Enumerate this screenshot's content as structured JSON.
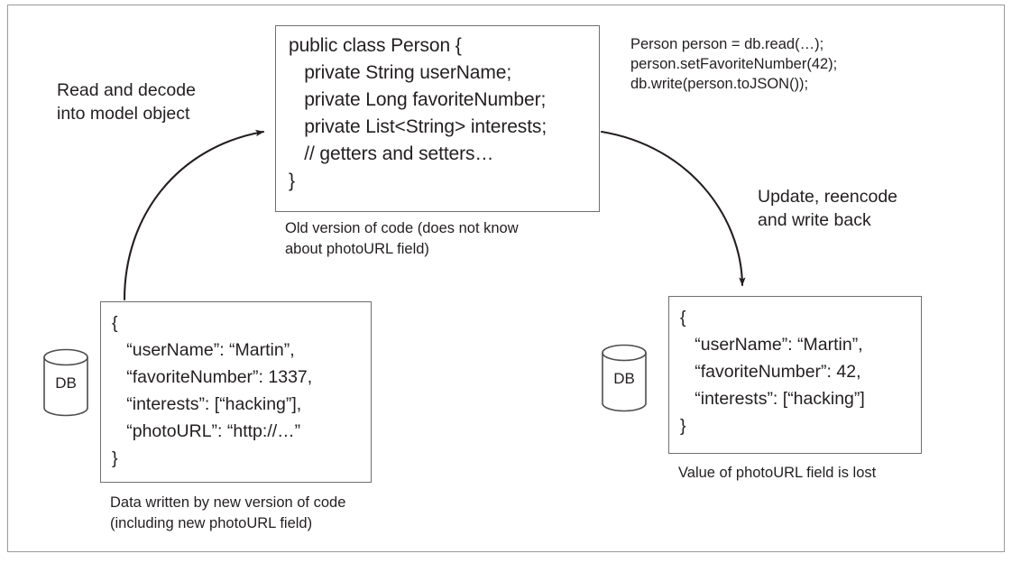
{
  "figure": {
    "code_box": {
      "lines": [
        "public class Person {",
        "   private String userName;",
        "   private Long favoriteNumber;",
        "   private List<String> interests;",
        "   // getters and setters…",
        "}"
      ],
      "text": "public class Person {\n   private String userName;\n   private Long favoriteNumber;\n   private List<String> interests;\n   // getters and setters…\n}",
      "caption": "Old version of code (does not know\nabout photoURL field)"
    },
    "snippet": {
      "lines": [
        "Person person = db.read(…);",
        "person.setFavoriteNumber(42);",
        "db.write(person.toJSON());"
      ],
      "text": "Person person = db.read(…);\nperson.setFavoriteNumber(42);\ndb.write(person.toJSON());"
    },
    "left_arrow_label": "Read and decode\ninto model object",
    "right_arrow_label": "Update, reencode\nand write back",
    "left_db": {
      "label": "DB",
      "json_text": "{\n   “userName”: “Martin”,\n   “favoriteNumber”: 1337,\n   “interests”: [“hacking”],\n   “photoURL”: “http://…”\n}",
      "json_lines": [
        "{",
        "   “userName”: “Martin”,",
        "   “favoriteNumber”: 1337,",
        "   “interests”: [“hacking”],",
        "   “photoURL”: “http://…”",
        "}"
      ],
      "caption": "Data written by new version of code\n(including new photoURL field)"
    },
    "right_db": {
      "label": "DB",
      "json_text": "{\n   “userName”: “Martin”,\n   “favoriteNumber”: 42,\n   “interests”: [“hacking”]\n}",
      "json_lines": [
        "{",
        "   “userName”: “Martin”,",
        "   “favoriteNumber”: 42,",
        "   “interests”: [“hacking”]",
        "}"
      ],
      "caption": "Value of photoURL field is lost"
    },
    "colors": {
      "stroke": "#6f6f6f",
      "frame": "#9a9a9a",
      "text": "#231f20",
      "arrow": "#231f20",
      "background": "#ffffff"
    }
  }
}
